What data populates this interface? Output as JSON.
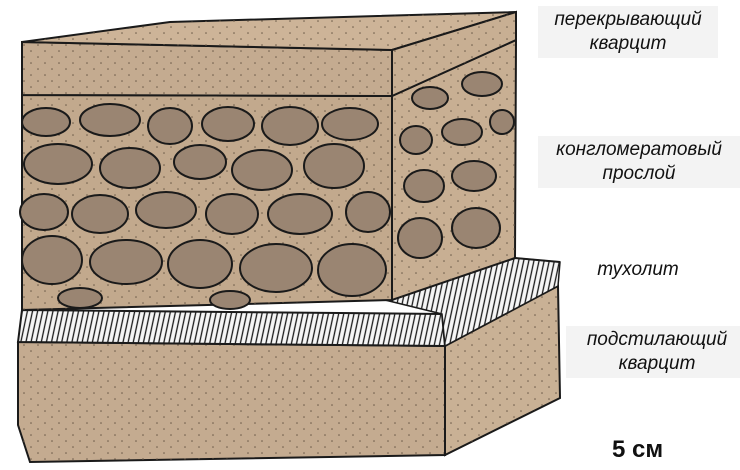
{
  "labels": {
    "overlying_quartzite": [
      "перекрывающий",
      "кварцит"
    ],
    "conglomerate_layer": [
      "конгломератовый",
      "прослой"
    ],
    "thucholite": "тухолит",
    "underlying_quartzite": [
      "подстилающий",
      "кварцит"
    ]
  },
  "scale_bar": "5 см",
  "colors": {
    "sandstone": "#c4ab90",
    "sandstone_dark": "#b89f83",
    "pebble": "#9a8572",
    "outline": "#1a1a1a",
    "thucholite_bg": "#f4f4f4",
    "label_bg": "#f3f3f3"
  }
}
